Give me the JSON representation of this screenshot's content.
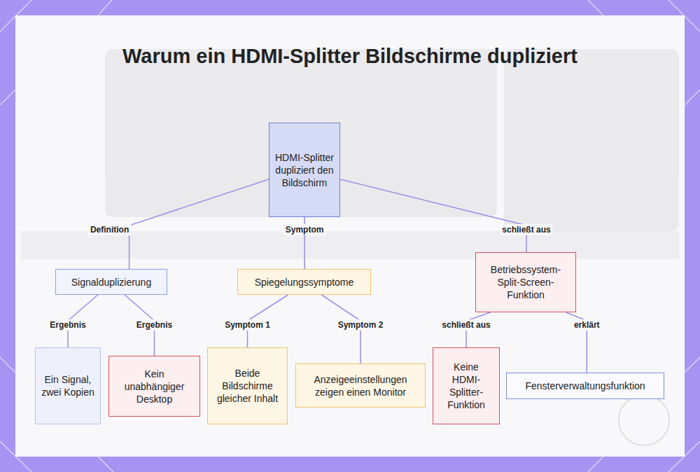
{
  "diagram": {
    "title": "Warum ein HDMI-Splitter Bildschirme dupliziert",
    "nodes": [
      {
        "text": [
          "HDMI-Splitter dupliziert den Bildschirm"
        ]
      },
      {
        "text": [
          "Signalduplizierung"
        ]
      },
      {
        "text": [
          "Spiegelungssymptome"
        ]
      },
      {
        "text": [
          "Betriebssystem-Split-Screen-Funktion"
        ]
      },
      {
        "text": [
          "Ein Signal, zwei Kopien"
        ]
      },
      {
        "text": [
          "Kein unabhängiger Desktop"
        ]
      },
      {
        "text": [
          "Beide Bildschirme gleicher Inhalt"
        ]
      },
      {
        "text": [
          "Anzeigeeinstellungen zeigen einen Monitor"
        ]
      },
      {
        "text": [
          "Keine HDMI-Splitter-Funktion"
        ]
      },
      {
        "text": [
          "Fensterverwaltungsfunktion"
        ]
      }
    ],
    "edges": [
      {
        "from": 0,
        "to": 1,
        "label": "Definition",
        "arrow": "none"
      },
      {
        "from": 0,
        "to": 2,
        "label": "Symptom",
        "arrow": "none"
      },
      {
        "from": 0,
        "to": 3,
        "label": "schließt aus",
        "arrow": "none"
      },
      {
        "from": 1,
        "to": 4,
        "label": "Ergebnis",
        "arrow": "none"
      },
      {
        "from": 1,
        "to": 5,
        "label": "Ergebnis",
        "arrow": "none"
      },
      {
        "from": 2,
        "to": 6,
        "label": "Symptom 1",
        "arrow": "none"
      },
      {
        "from": 2,
        "to": 7,
        "label": "Symptom 2",
        "arrow": "none"
      },
      {
        "from": 3,
        "to": 8,
        "label": "schließt aus",
        "arrow": "none"
      },
      {
        "from": 3,
        "to": 9,
        "label": "erklärt",
        "arrow": "none"
      }
    ]
  }
}
